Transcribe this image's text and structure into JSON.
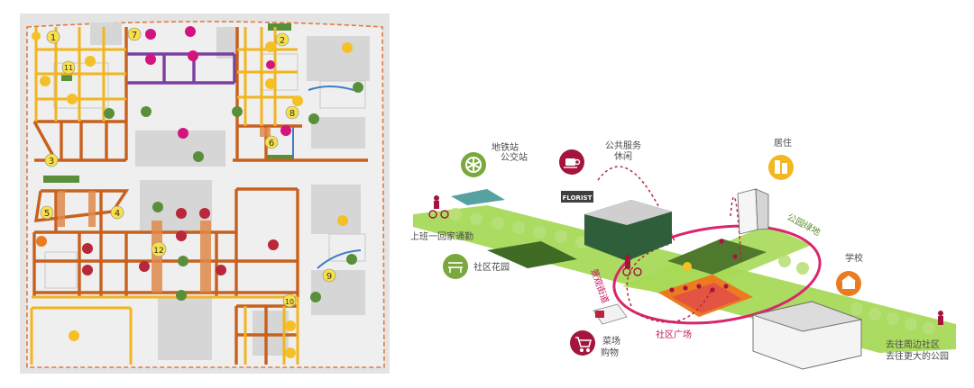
{
  "colors": {
    "street_orange": "#c8601e",
    "street_yellow": "#f2b51f",
    "street_purple": "#7b3fa0",
    "dot_yellow": "#f5c026",
    "dot_green": "#5a8f3a",
    "dot_magenta": "#d2147d",
    "dot_red": "#b8273a",
    "brick": "#e08a4a",
    "ring_pink": "#d9266f",
    "lawn_green": "#a7d957",
    "icon_green": "#7aa83c",
    "icon_gold": "#f3b71f",
    "icon_red": "#a3153d",
    "icon_orange": "#ec7a1e"
  },
  "map": {
    "markers": [
      {
        "id": "m1",
        "label": "1"
      },
      {
        "id": "m2",
        "label": "2"
      },
      {
        "id": "m3",
        "label": "3"
      },
      {
        "id": "m4",
        "label": "4"
      },
      {
        "id": "m5",
        "label": "5"
      },
      {
        "id": "m6",
        "label": "6"
      },
      {
        "id": "m7",
        "label": "7"
      },
      {
        "id": "m8",
        "label": "8"
      },
      {
        "id": "m9",
        "label": "9"
      },
      {
        "id": "m10",
        "label": "10"
      },
      {
        "id": "m11",
        "label": "11"
      },
      {
        "id": "m12",
        "label": "12"
      }
    ]
  },
  "diagram": {
    "metro": {
      "line1": "地铁站",
      "line2": "公交站",
      "icon": "metro-icon"
    },
    "public_service": {
      "line1": "公共服务",
      "line2": "休闲",
      "icon": "coffee-cup-icon"
    },
    "living": {
      "label": "居住",
      "icon": "apartment-building-icon"
    },
    "commute": {
      "label": "上班一回家通勤"
    },
    "garden": {
      "label": "社区花园",
      "icon": "park-bench-icon"
    },
    "park_green": {
      "label": "公园绿地"
    },
    "street": {
      "label": "景观街道"
    },
    "school": {
      "label": "学校",
      "icon": "school-icon"
    },
    "plaza": {
      "label": "社区广场"
    },
    "market": {
      "line1": "菜场",
      "line2": "购物",
      "icon": "shopping-cart-icon"
    },
    "outgoing": {
      "line1": "去往周边社区",
      "line2": "去往更大的公园"
    },
    "florist_sign": "FLORIST"
  }
}
